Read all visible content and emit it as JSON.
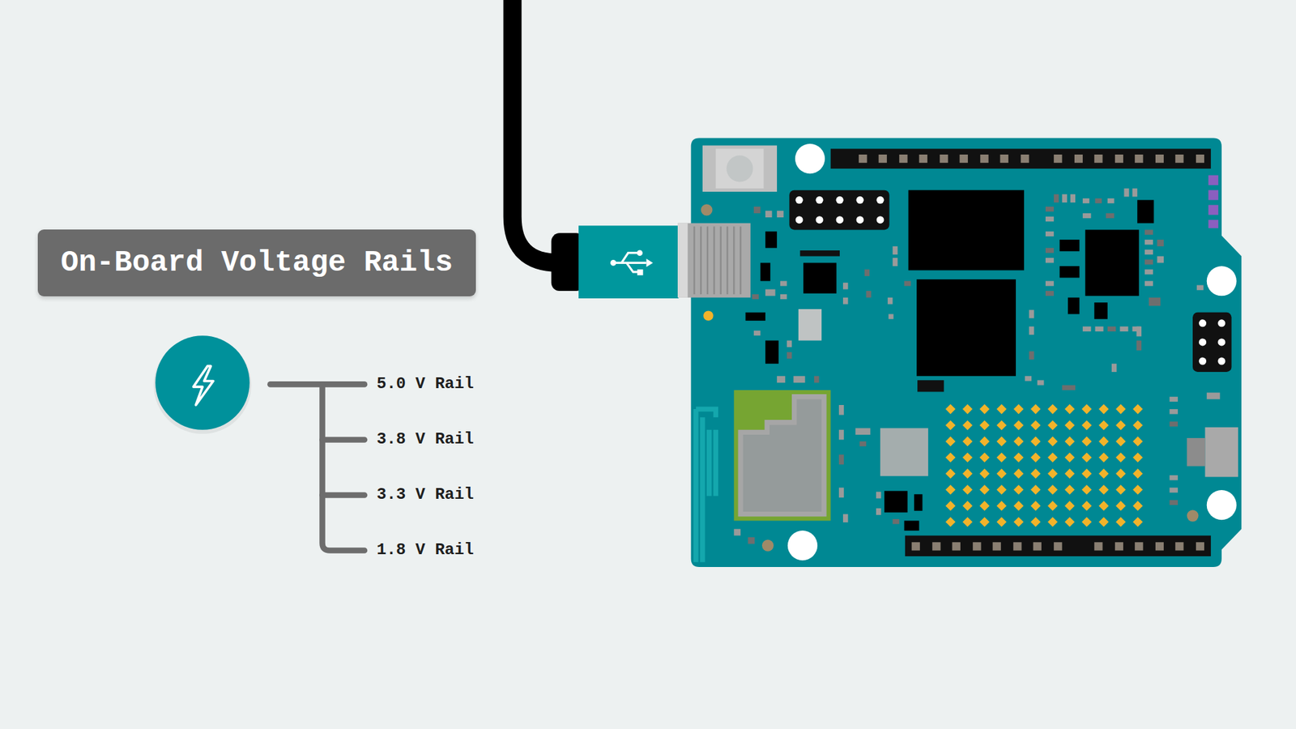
{
  "diagram": {
    "title": "On-Board Voltage Rails",
    "labels": [
      "5.0 V Rail",
      "3.8 V Rail",
      "3.3 V Rail",
      "1.8 V Rail"
    ]
  }
}
